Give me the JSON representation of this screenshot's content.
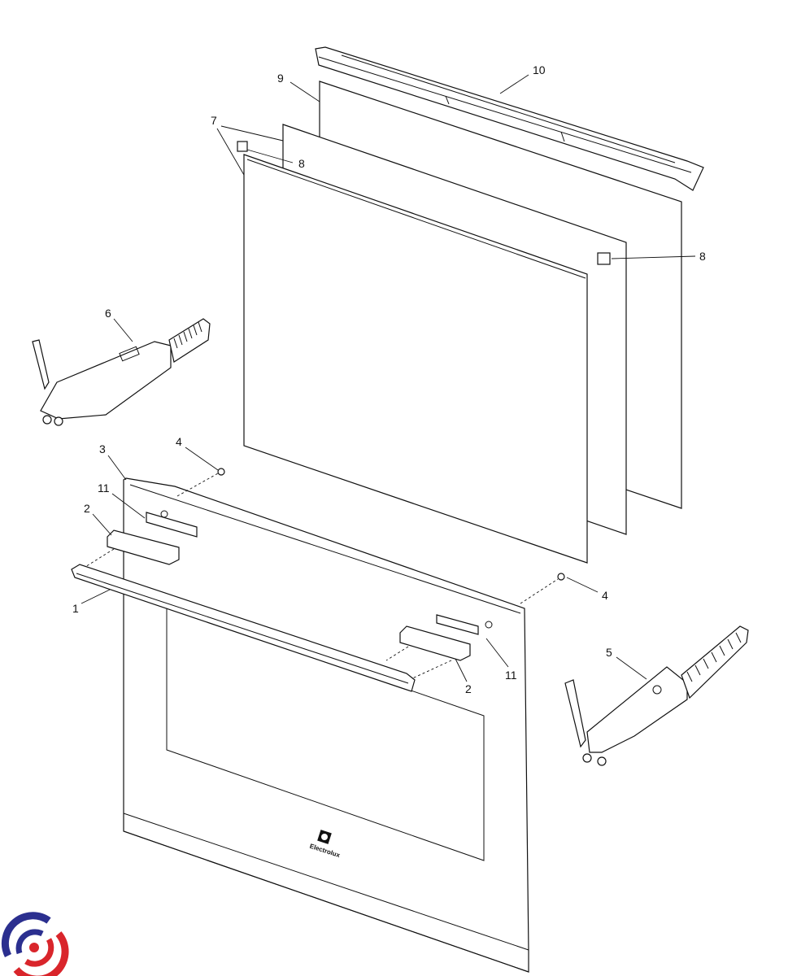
{
  "diagram": {
    "brand_mark": "Electrolux",
    "callouts": [
      {
        "id": "label-10",
        "text": "10"
      },
      {
        "id": "label-9",
        "text": "9"
      },
      {
        "id": "label-7",
        "text": "7"
      },
      {
        "id": "label-8a",
        "text": "8"
      },
      {
        "id": "label-8b",
        "text": "8"
      },
      {
        "id": "label-6",
        "text": "6"
      },
      {
        "id": "label-4a",
        "text": "4"
      },
      {
        "id": "label-3",
        "text": "3"
      },
      {
        "id": "label-11a",
        "text": "11"
      },
      {
        "id": "label-2a",
        "text": "2"
      },
      {
        "id": "label-1",
        "text": "1"
      },
      {
        "id": "label-4b",
        "text": "4"
      },
      {
        "id": "label-11b",
        "text": "11"
      },
      {
        "id": "label-2b",
        "text": "2"
      },
      {
        "id": "label-5",
        "text": "5"
      }
    ],
    "colors": {
      "line": "#111111",
      "logo_blue": "#2b2f8f",
      "logo_red": "#d9252b"
    }
  }
}
